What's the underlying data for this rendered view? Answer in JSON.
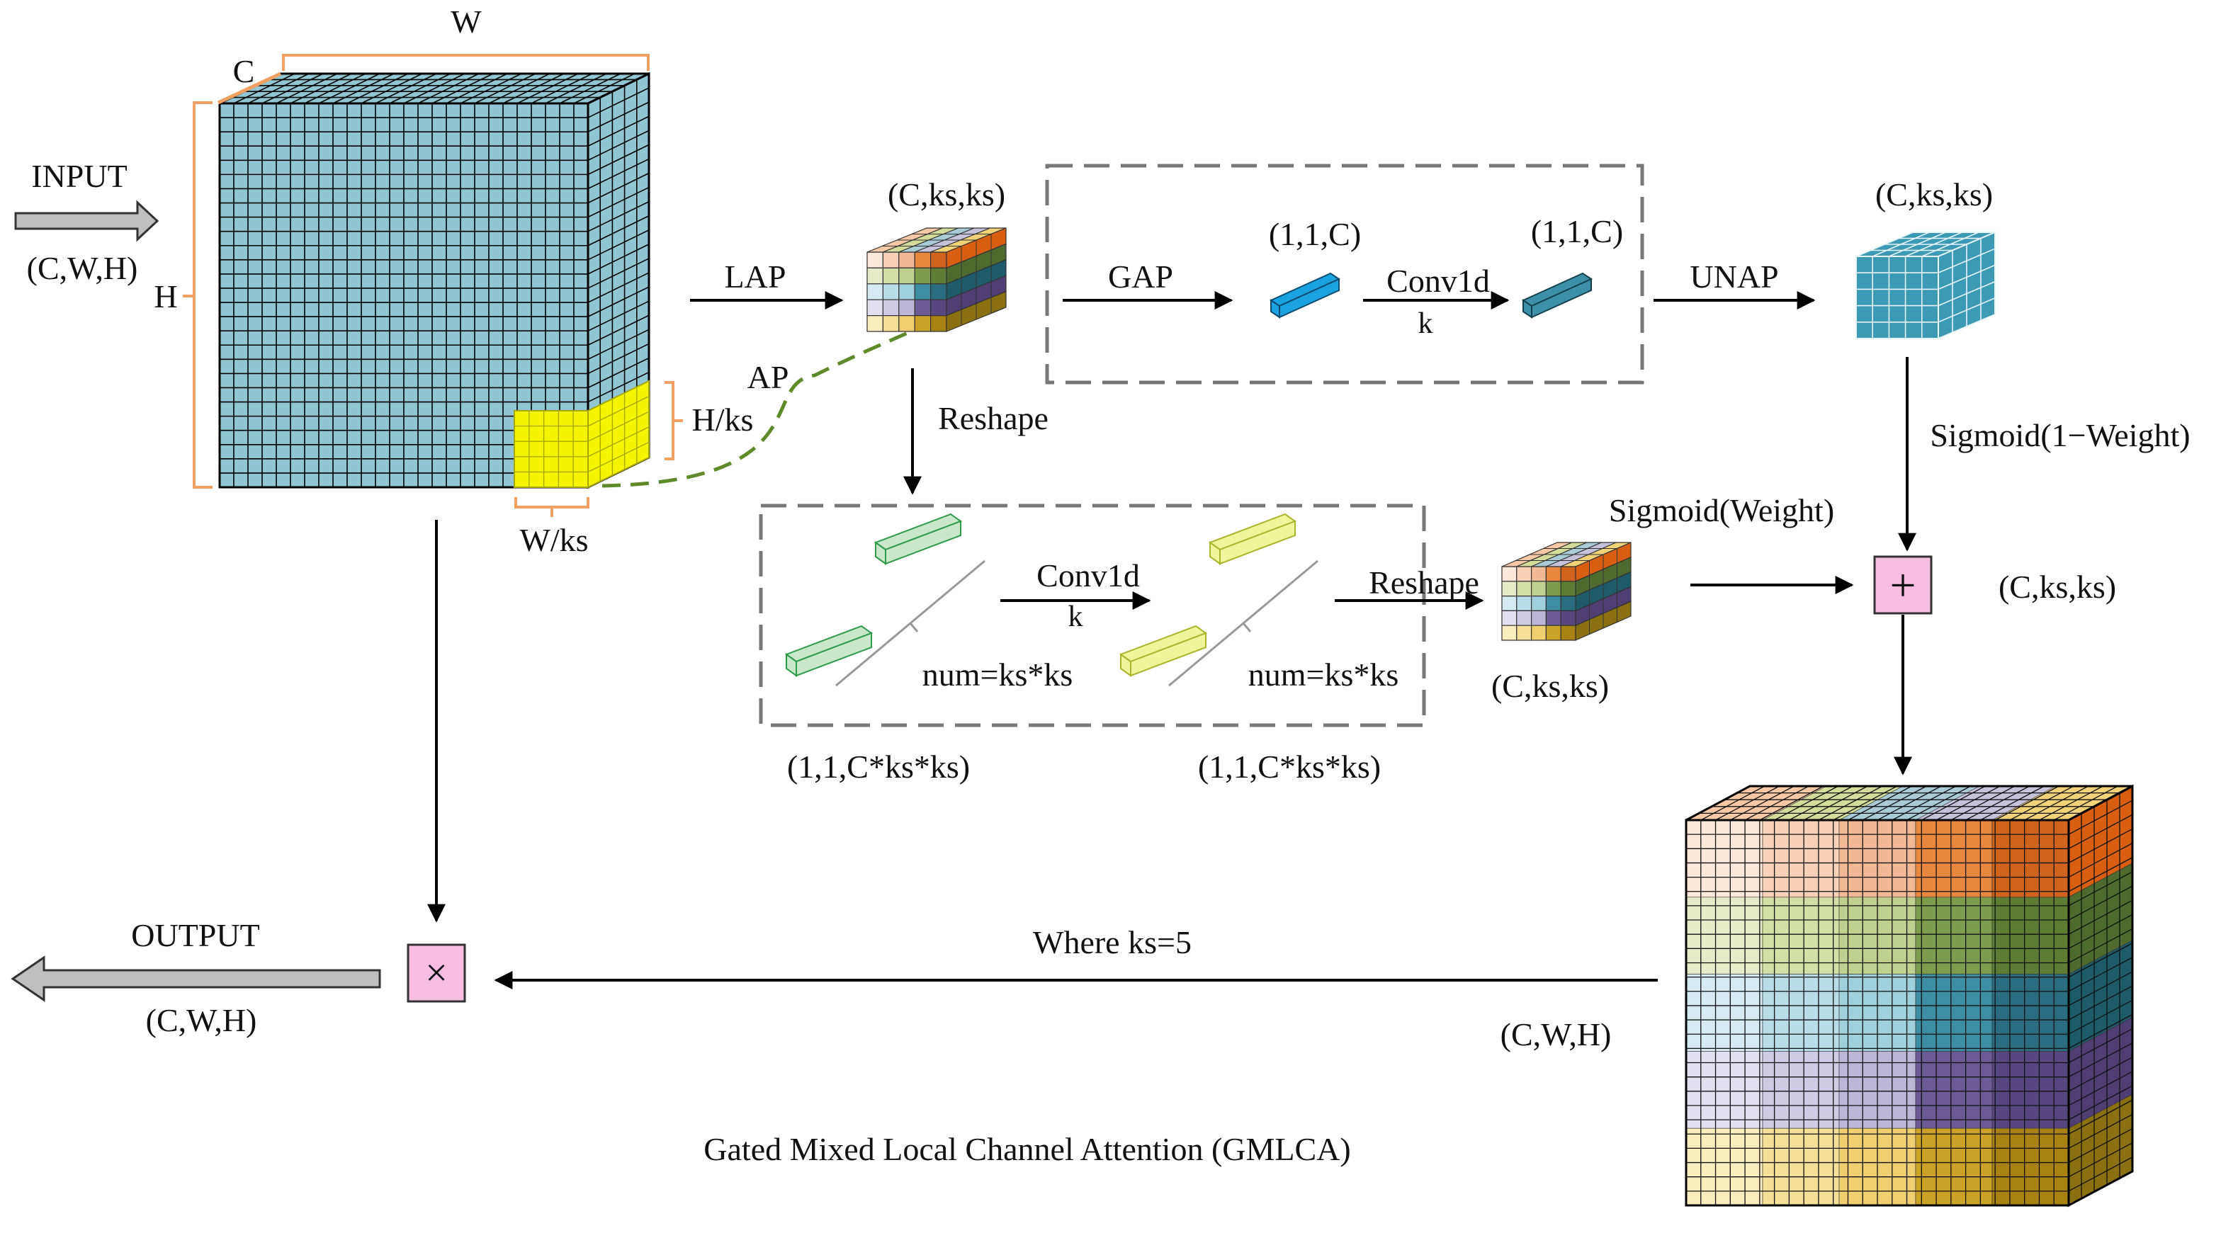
{
  "labels": {
    "input": "INPUT",
    "input_shape": "(C,W,H)",
    "dim_w": "W",
    "dim_c": "C",
    "dim_h": "H",
    "dim_hks": "H/ks",
    "dim_wks": "W/ks",
    "ap": "AP",
    "lap": "LAP",
    "local_shape_top": "(C,ks,ks)",
    "gap": "GAP",
    "gap_shape": "(1,1,C)",
    "conv_top": "Conv1d",
    "k_top": "k",
    "conv_out_shape": "(1,1,C)",
    "unap": "UNAP",
    "unap_shape": "(C,ks,ks)",
    "reshape_down": "Reshape",
    "sigmoid_1mw": "Sigmoid(1−Weight)",
    "sigmoid_w": "Sigmoid(Weight)",
    "conv_bottom": "Conv1d",
    "k_bottom": "k",
    "num_left": "num=ks*ks",
    "num_right": "num=ks*ks",
    "reshape_right": "Reshape",
    "reshaped_shape": "(C,ks,ks)",
    "vec_shape_left": "(1,1,C*ks*ks)",
    "vec_shape_right": "(1,1,C*ks*ks)",
    "sum_shape": "(C,ks,ks)",
    "plus_symbol": "+",
    "times_symbol": "×",
    "where": "Where ks=5",
    "output": "OUTPUT",
    "output_shape": "(C,W,H)",
    "big_shape": "(C,W,H)",
    "title": "Gated Mixed Local Channel Attention (GMLCA)"
  },
  "colors": {
    "input_cube": "#92c5d4",
    "highlight_patch": "#f5f500",
    "bracket": "#f0a060",
    "dashed_curve": "#5f8a2a",
    "gap_vec": "#1aa3e0",
    "conv_vec": "#3d90a8",
    "unap_cube": "#3d9ab5",
    "vec_green": "#c9e7c9",
    "vec_yellow": "#eef59a",
    "op_box": "#f7bde0",
    "arrow_fill": "#bfbfbf"
  },
  "local_colors": {
    "top": [
      "#f7c8a6",
      "#d4dc9c",
      "#a8cbd6",
      "#c6c2da",
      "#f2d278"
    ],
    "side": [
      "#d85f12",
      "#4f6a2e",
      "#1d5a6a",
      "#4e3e72",
      "#8a7010"
    ],
    "front": [
      [
        "#fde8da",
        "#f7d2b8",
        "#f2b996",
        "#e8873e",
        "#d0641c"
      ],
      [
        "#e6ecc8",
        "#d4dfa8",
        "#c0d090",
        "#7f9c4e",
        "#5f7c35"
      ],
      [
        "#d6eaf2",
        "#b9dde8",
        "#a0cfdd",
        "#3d8ea3",
        "#2a6d80"
      ],
      [
        "#e2e0ee",
        "#cfcbe4",
        "#bcb6d8",
        "#6b5b95",
        "#56477f"
      ],
      [
        "#fbeebe",
        "#f6df96",
        "#f0cf70",
        "#c9a227",
        "#a88212"
      ]
    ]
  }
}
